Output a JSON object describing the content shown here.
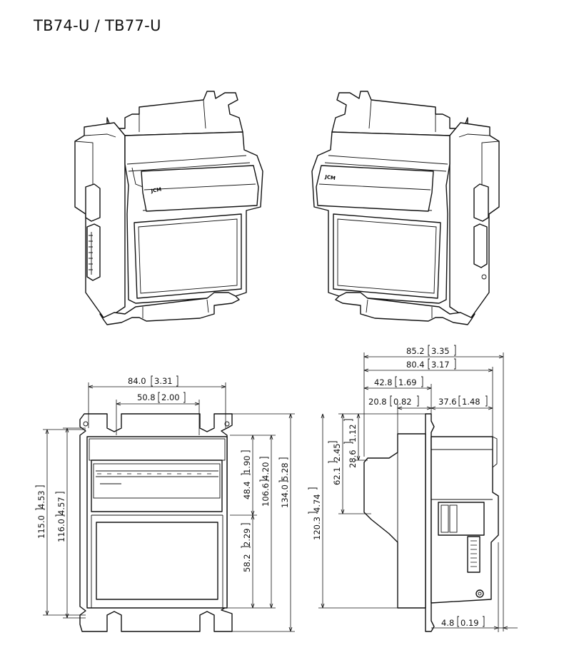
{
  "title": "TB74-U / TB77-U",
  "views": {
    "iso_left": {
      "logo": "JCM"
    },
    "iso_right": {
      "logo": "JCM"
    }
  },
  "front_view": {
    "dims": [
      {
        "id": "w840",
        "mm": "84.0",
        "in": "3.31"
      },
      {
        "id": "w508",
        "mm": "50.8",
        "in": "2.00"
      },
      {
        "id": "h1150",
        "mm": "115.0",
        "in": "4.53"
      },
      {
        "id": "h1160",
        "mm": "116.0",
        "in": "4.57"
      },
      {
        "id": "h484",
        "mm": "48.4",
        "in": "1.90"
      },
      {
        "id": "h1066",
        "mm": "106.6",
        "in": "4.20"
      },
      {
        "id": "h1340",
        "mm": "134.0",
        "in": "5.28"
      },
      {
        "id": "h582",
        "mm": "58.2",
        "in": "2.29"
      }
    ]
  },
  "side_view": {
    "dims": [
      {
        "id": "w852",
        "mm": "85.2",
        "in": "3.35"
      },
      {
        "id": "w804",
        "mm": "80.4",
        "in": "3.17"
      },
      {
        "id": "w428",
        "mm": "42.8",
        "in": "1.69"
      },
      {
        "id": "w208",
        "mm": "20.8",
        "in": "0.82"
      },
      {
        "id": "w376",
        "mm": "37.6",
        "in": "1.48"
      },
      {
        "id": "h621",
        "mm": "62.1",
        "in": "2.45"
      },
      {
        "id": "h286",
        "mm": "28.6",
        "in": "1.12"
      },
      {
        "id": "h1203",
        "mm": "120.3",
        "in": "4.74"
      },
      {
        "id": "w48",
        "mm": "4.8",
        "in": "0.19"
      }
    ]
  }
}
